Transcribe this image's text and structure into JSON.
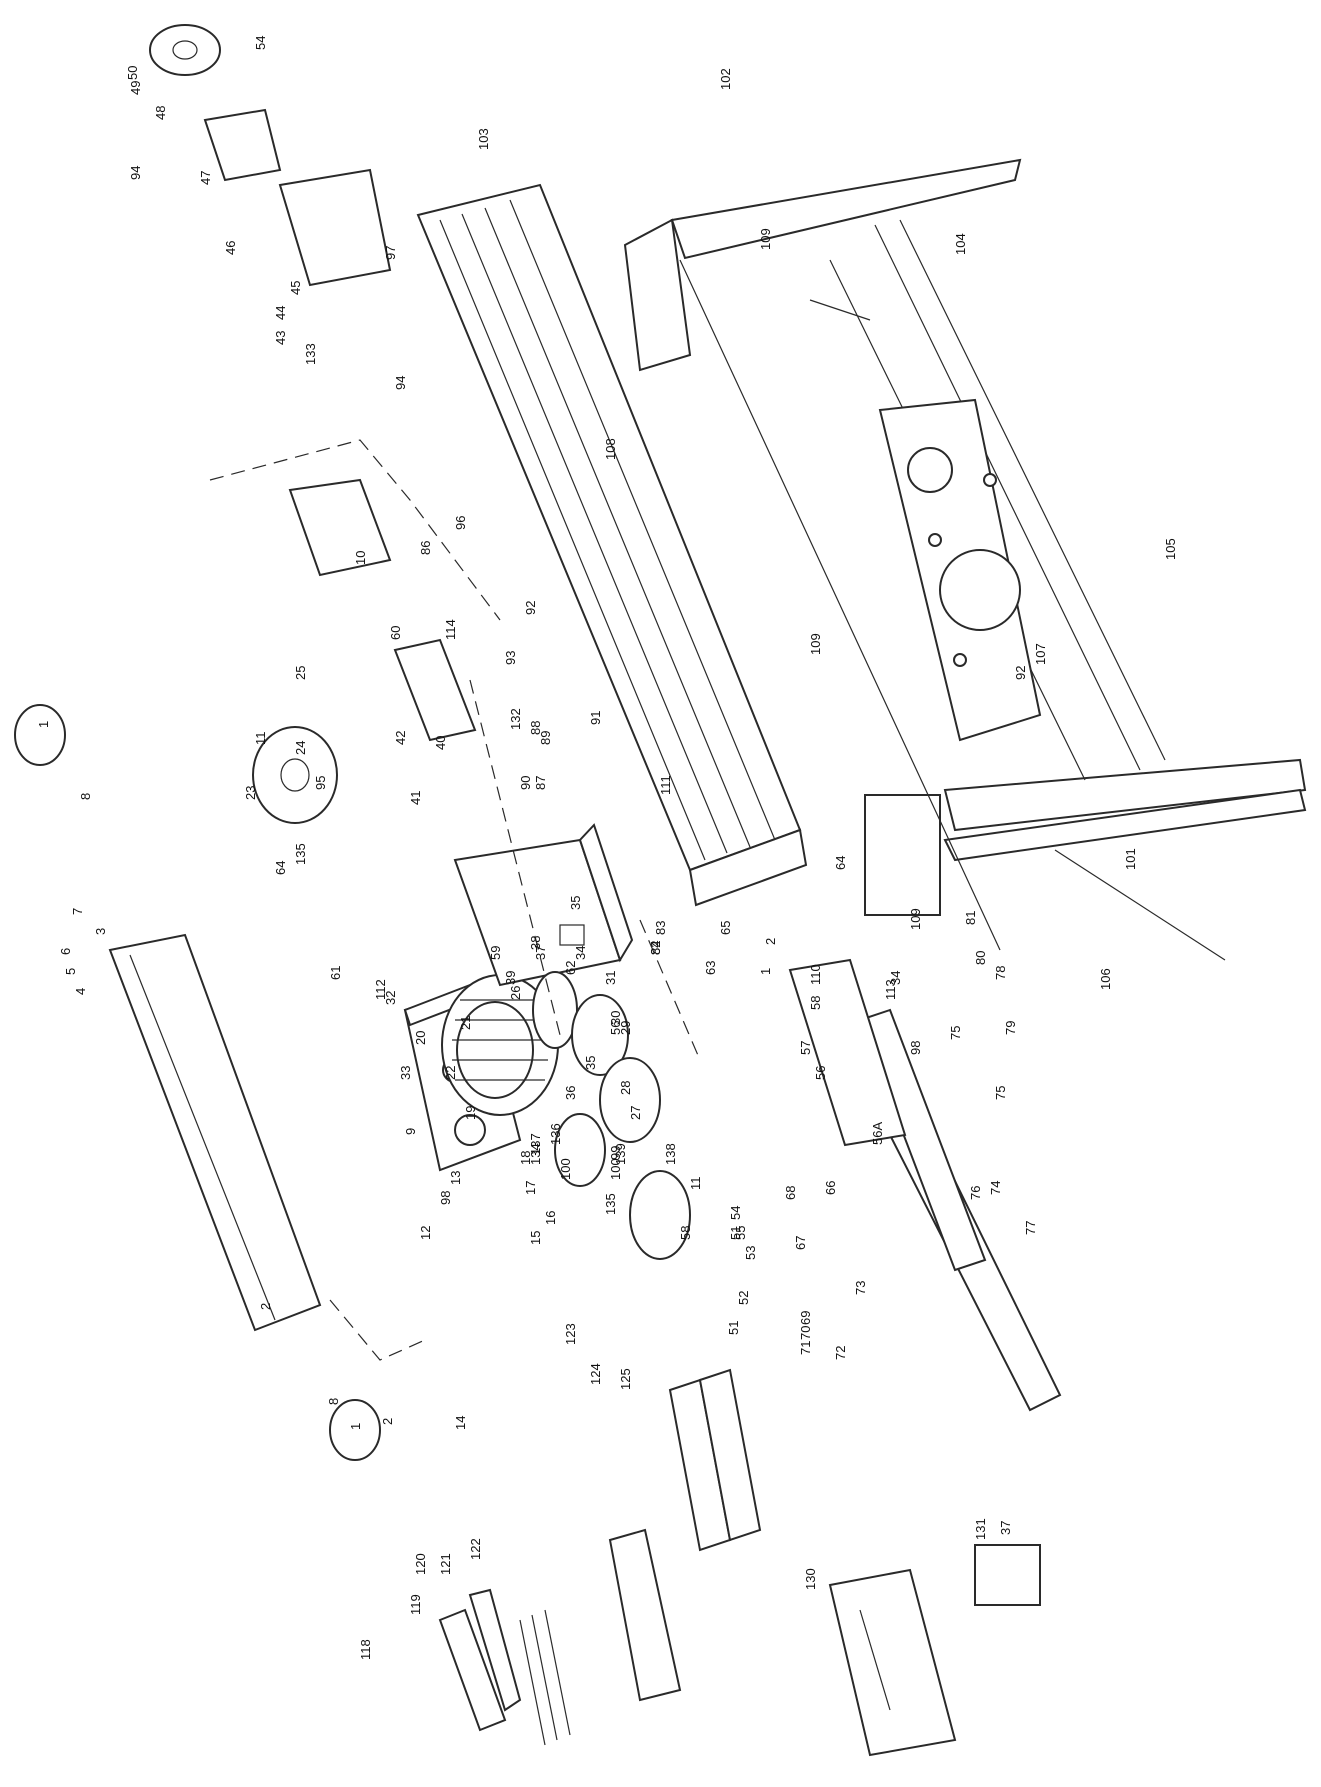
{
  "diagram": {
    "part_labels": [
      {
        "text": "1"
      },
      {
        "text": "1"
      },
      {
        "text": "1"
      },
      {
        "text": "2"
      },
      {
        "text": "2"
      },
      {
        "text": "2"
      },
      {
        "text": "3"
      },
      {
        "text": "4"
      },
      {
        "text": "5"
      },
      {
        "text": "6"
      },
      {
        "text": "7"
      },
      {
        "text": "8"
      },
      {
        "text": "8"
      },
      {
        "text": "9"
      },
      {
        "text": "10"
      },
      {
        "text": "11"
      },
      {
        "text": "11"
      },
      {
        "text": "12"
      },
      {
        "text": "13"
      },
      {
        "text": "14"
      },
      {
        "text": "15"
      },
      {
        "text": "16"
      },
      {
        "text": "17"
      },
      {
        "text": "18"
      },
      {
        "text": "19"
      },
      {
        "text": "20"
      },
      {
        "text": "21"
      },
      {
        "text": "22"
      },
      {
        "text": "23"
      },
      {
        "text": "24"
      },
      {
        "text": "25"
      },
      {
        "text": "26"
      },
      {
        "text": "27"
      },
      {
        "text": "28"
      },
      {
        "text": "29"
      },
      {
        "text": "30"
      },
      {
        "text": "31"
      },
      {
        "text": "32"
      },
      {
        "text": "33"
      },
      {
        "text": "34"
      },
      {
        "text": "34"
      },
      {
        "text": "35"
      },
      {
        "text": "35"
      },
      {
        "text": "36"
      },
      {
        "text": "37"
      },
      {
        "text": "37"
      },
      {
        "text": "38"
      },
      {
        "text": "39"
      },
      {
        "text": "40"
      },
      {
        "text": "41"
      },
      {
        "text": "42"
      },
      {
        "text": "43"
      },
      {
        "text": "44"
      },
      {
        "text": "45"
      },
      {
        "text": "46"
      },
      {
        "text": "47"
      },
      {
        "text": "48"
      },
      {
        "text": "49"
      },
      {
        "text": "50"
      },
      {
        "text": "51"
      },
      {
        "text": "51"
      },
      {
        "text": "52"
      },
      {
        "text": "53"
      },
      {
        "text": "54"
      },
      {
        "text": "54"
      },
      {
        "text": "55"
      },
      {
        "text": "56"
      },
      {
        "text": "56"
      },
      {
        "text": "56A"
      },
      {
        "text": "57"
      },
      {
        "text": "58"
      },
      {
        "text": "58"
      },
      {
        "text": "59"
      },
      {
        "text": "60"
      },
      {
        "text": "61"
      },
      {
        "text": "62"
      },
      {
        "text": "63"
      },
      {
        "text": "64"
      },
      {
        "text": "64"
      },
      {
        "text": "65"
      },
      {
        "text": "66"
      },
      {
        "text": "67"
      },
      {
        "text": "68"
      },
      {
        "text": "69"
      },
      {
        "text": "70"
      },
      {
        "text": "71"
      },
      {
        "text": "72"
      },
      {
        "text": "73"
      },
      {
        "text": "74"
      },
      {
        "text": "75"
      },
      {
        "text": "75"
      },
      {
        "text": "76"
      },
      {
        "text": "77"
      },
      {
        "text": "78"
      },
      {
        "text": "79"
      },
      {
        "text": "80"
      },
      {
        "text": "81"
      },
      {
        "text": "82"
      },
      {
        "text": "83"
      },
      {
        "text": "84"
      },
      {
        "text": "86"
      },
      {
        "text": "87"
      },
      {
        "text": "88"
      },
      {
        "text": "89"
      },
      {
        "text": "90"
      },
      {
        "text": "91"
      },
      {
        "text": "92"
      },
      {
        "text": "92"
      },
      {
        "text": "93"
      },
      {
        "text": "94"
      },
      {
        "text": "94"
      },
      {
        "text": "95"
      },
      {
        "text": "96"
      },
      {
        "text": "97"
      },
      {
        "text": "98"
      },
      {
        "text": "98"
      },
      {
        "text": "99"
      },
      {
        "text": "100"
      },
      {
        "text": "100"
      },
      {
        "text": "101"
      },
      {
        "text": "102"
      },
      {
        "text": "103"
      },
      {
        "text": "104"
      },
      {
        "text": "105"
      },
      {
        "text": "106"
      },
      {
        "text": "107"
      },
      {
        "text": "108"
      },
      {
        "text": "109"
      },
      {
        "text": "109"
      },
      {
        "text": "109"
      },
      {
        "text": "110"
      },
      {
        "text": "111"
      },
      {
        "text": "112"
      },
      {
        "text": "113"
      },
      {
        "text": "114"
      },
      {
        "text": "118"
      },
      {
        "text": "119"
      },
      {
        "text": "120"
      },
      {
        "text": "121"
      },
      {
        "text": "122"
      },
      {
        "text": "123"
      },
      {
        "text": "124"
      },
      {
        "text": "125"
      },
      {
        "text": "130"
      },
      {
        "text": "131"
      },
      {
        "text": "132"
      },
      {
        "text": "133"
      },
      {
        "text": "134"
      },
      {
        "text": "135"
      },
      {
        "text": "135"
      },
      {
        "text": "136"
      },
      {
        "text": "137"
      },
      {
        "text": "138"
      },
      {
        "text": "139"
      }
    ]
  }
}
